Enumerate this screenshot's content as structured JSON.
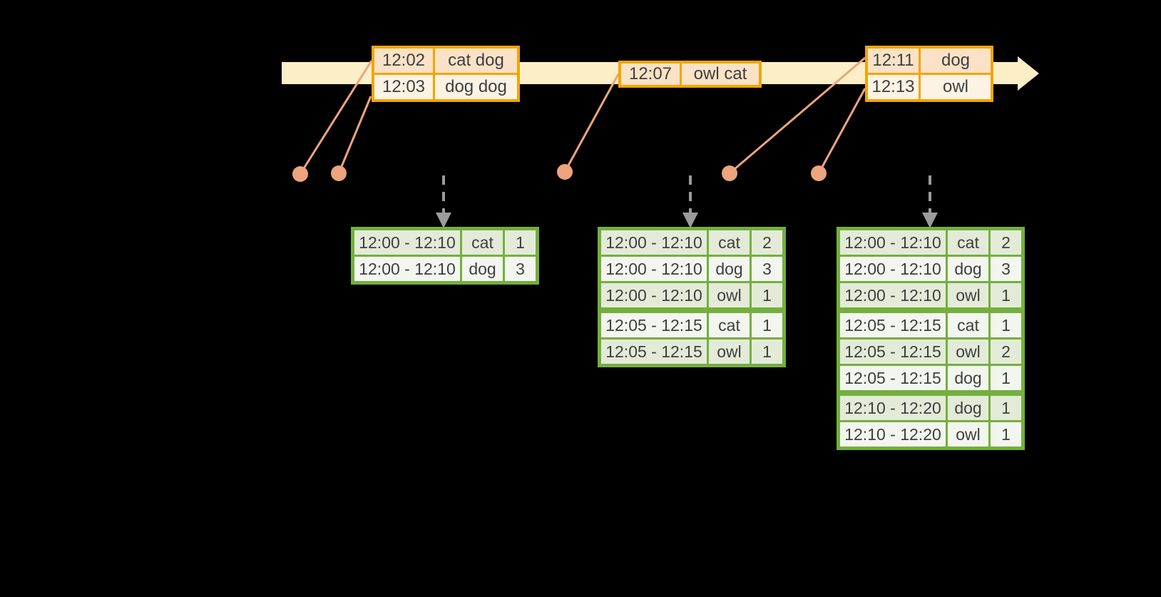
{
  "canvas": {
    "background": "#000000"
  },
  "colors": {
    "canvas_bg": "#000000",
    "timeline_fill": "#fcefc7",
    "event_border": "#f0a600",
    "event_cell_peach": "#fae2c6",
    "event_cell_cream": "#fdf3e4",
    "connector_salmon": "#eea47c",
    "trigger_gray": "#9b9b9b",
    "result_border": "#74af3e",
    "result_cell_dark": "#e3ebd8",
    "result_cell_light": "#f3f6ee",
    "text": "#3f3f3f"
  },
  "glyphs": {
    "timeline_arrow": "right-arrow",
    "event_marker": "dot",
    "trigger_arrow": "dashed-down-arrow"
  },
  "event_tables": [
    {
      "rows": [
        {
          "time": "12:02",
          "words": "cat dog"
        },
        {
          "time": "12:03",
          "words": "dog dog"
        }
      ]
    },
    {
      "rows": [
        {
          "time": "12:07",
          "words": "owl cat"
        }
      ]
    },
    {
      "rows": [
        {
          "time": "12:11",
          "words": "dog"
        },
        {
          "time": "12:13",
          "words": "owl"
        }
      ]
    }
  ],
  "result_tables": [
    {
      "groups": [
        [
          {
            "window": "12:00 - 12:10",
            "word": "cat",
            "count": "1"
          },
          {
            "window": "12:00 - 12:10",
            "word": "dog",
            "count": "3"
          }
        ]
      ]
    },
    {
      "groups": [
        [
          {
            "window": "12:00 - 12:10",
            "word": "cat",
            "count": "2"
          },
          {
            "window": "12:00 - 12:10",
            "word": "dog",
            "count": "3"
          },
          {
            "window": "12:00 - 12:10",
            "word": "owl",
            "count": "1"
          }
        ],
        [
          {
            "window": "12:05 - 12:15",
            "word": "cat",
            "count": "1"
          },
          {
            "window": "12:05 - 12:15",
            "word": "owl",
            "count": "1"
          }
        ]
      ]
    },
    {
      "groups": [
        [
          {
            "window": "12:00 - 12:10",
            "word": "cat",
            "count": "2"
          },
          {
            "window": "12:00 - 12:10",
            "word": "dog",
            "count": "3"
          },
          {
            "window": "12:00 - 12:10",
            "word": "owl",
            "count": "1"
          }
        ],
        [
          {
            "window": "12:05 - 12:15",
            "word": "cat",
            "count": "1"
          },
          {
            "window": "12:05 - 12:15",
            "word": "owl",
            "count": "2"
          },
          {
            "window": "12:05 - 12:15",
            "word": "dog",
            "count": "1"
          }
        ],
        [
          {
            "window": "12:10 - 12:20",
            "word": "dog",
            "count": "1"
          },
          {
            "window": "12:10 - 12:20",
            "word": "owl",
            "count": "1"
          }
        ]
      ]
    }
  ]
}
